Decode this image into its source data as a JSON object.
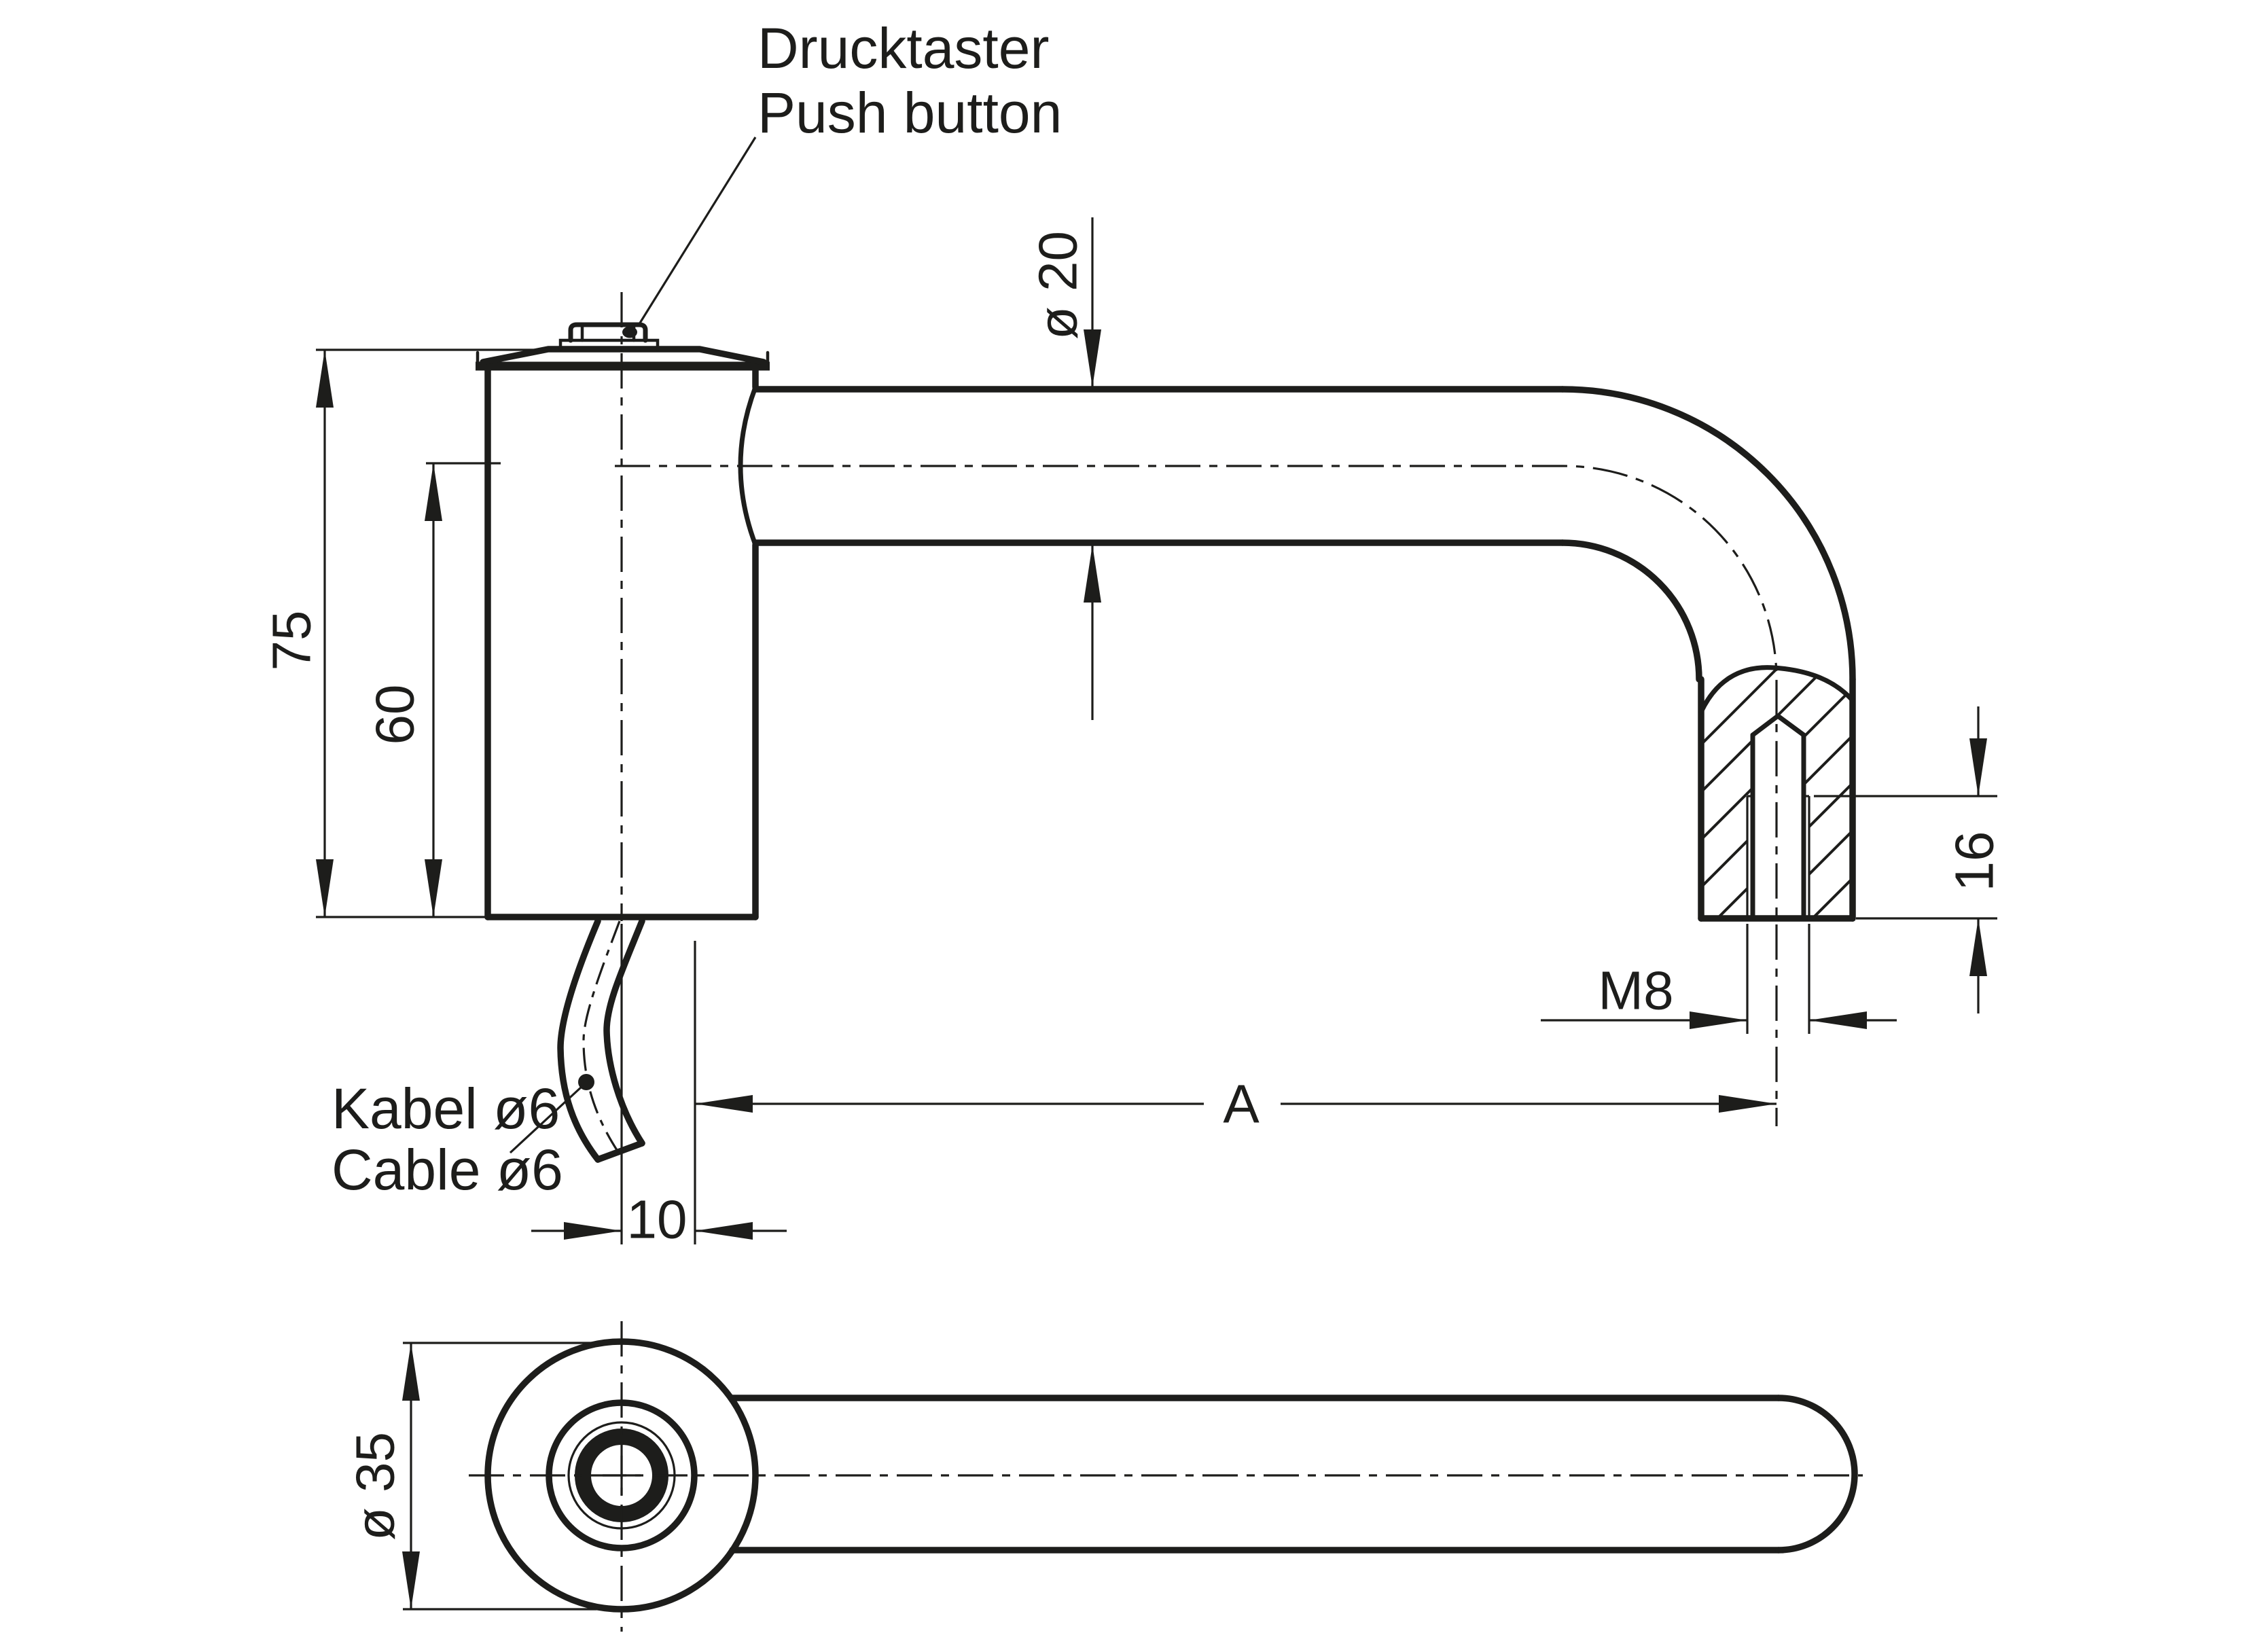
{
  "front_view": {
    "callout_push_button": {
      "line1": "Drucktaster",
      "line2": "Push button"
    },
    "callout_cable": {
      "line1": "Kabel ø6",
      "line2": "Cable ø6"
    },
    "dim_total_height": "75",
    "dim_axis_height": "60",
    "dim_tube_diameter": "ø 20",
    "dim_length": "A",
    "dim_thread": "M8",
    "dim_thread_depth": "16",
    "dim_cable_offset": "10"
  },
  "bottom_view": {
    "dim_flange_diameter": "ø 35"
  },
  "colors": {
    "line": "#1d1d1b",
    "background": "#ffffff"
  }
}
